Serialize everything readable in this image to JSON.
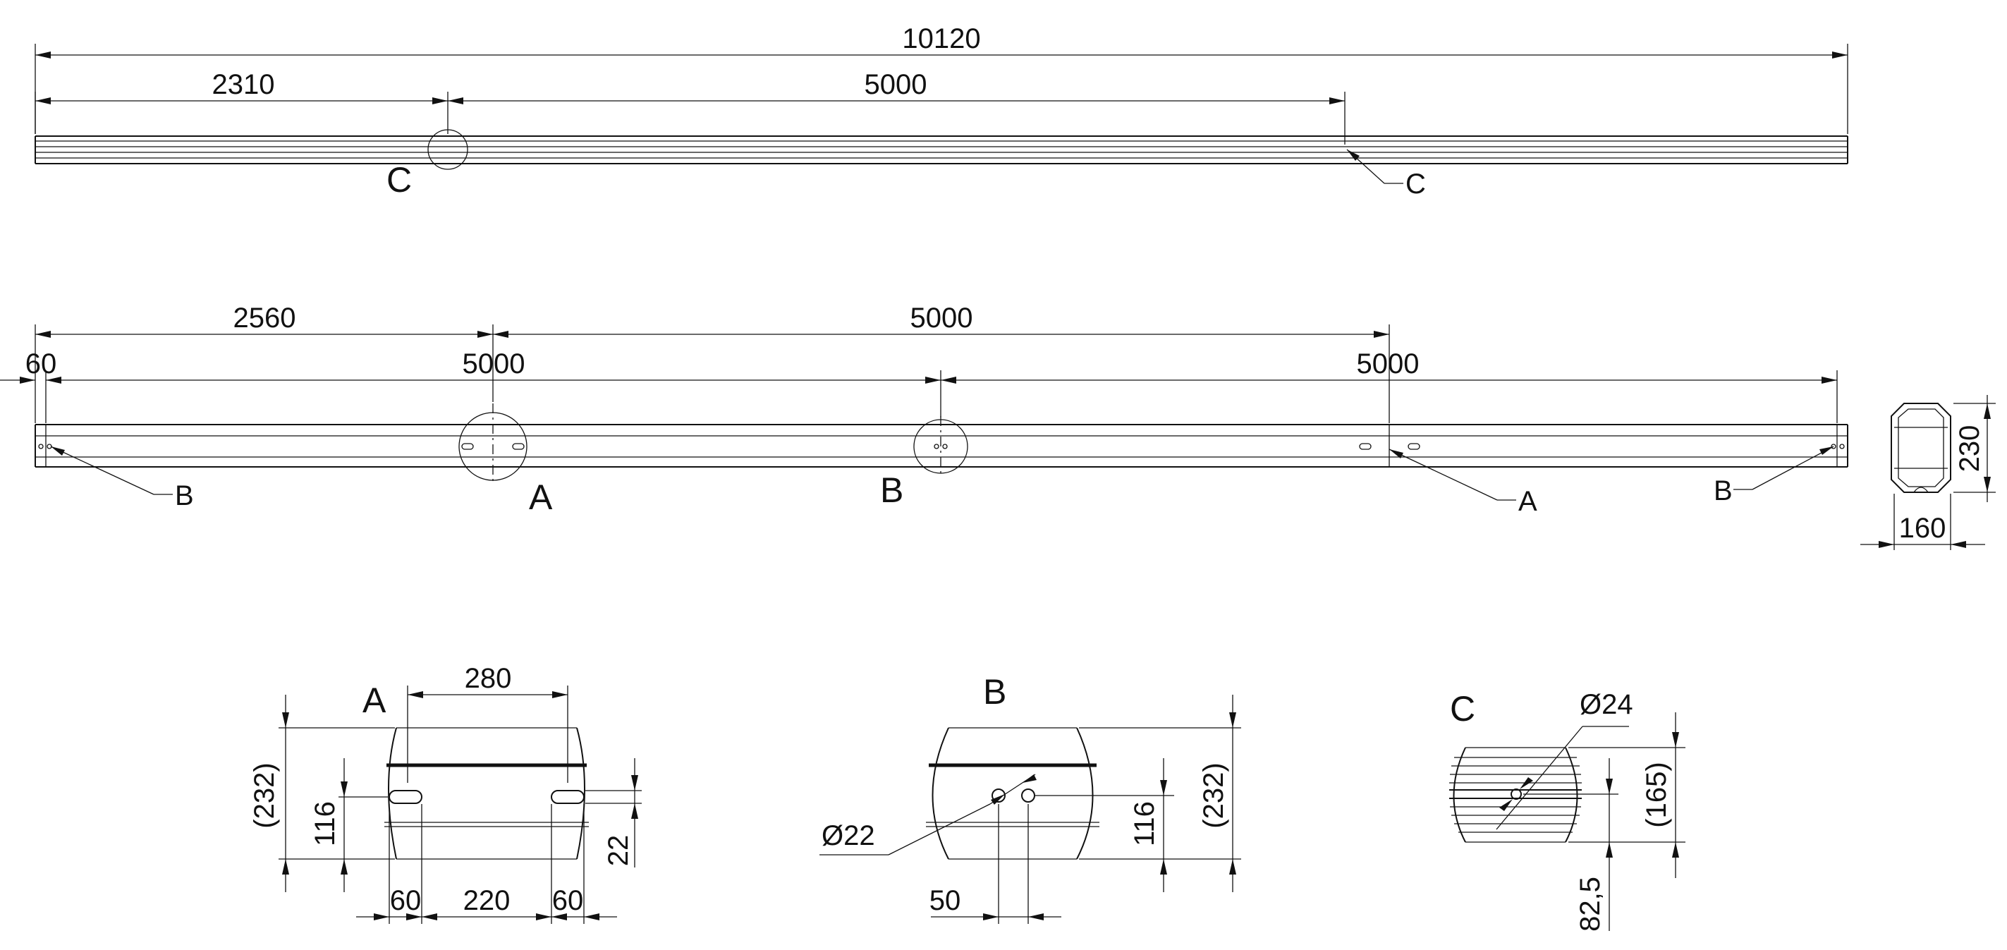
{
  "colors": {
    "ink": "#111111",
    "background": "#ffffff"
  },
  "top_view": {
    "dims": {
      "overall": "10120",
      "first": "2310",
      "second": "5000"
    },
    "labels": {
      "callout_c_left": "C",
      "callout_c_right": "C"
    }
  },
  "front_view": {
    "dims": {
      "first": "2560",
      "second": "5000",
      "end": "60",
      "pitch_1": "5000",
      "pitch_2": "5000"
    },
    "labels": {
      "callout_b_left": "B",
      "callout_a_mid": "A",
      "callout_b_mid": "B",
      "callout_a_right": "A",
      "callout_b_right": "B"
    }
  },
  "section": {
    "height": "230",
    "width": "160"
  },
  "detail_a": {
    "label": "A",
    "slot_span": "280",
    "height": "(232)",
    "slot_offset": "116",
    "slot_height": "22",
    "edge_left": "60",
    "slot_pitch": "220",
    "edge_right": "60"
  },
  "detail_b": {
    "label": "B",
    "hole_dia": "Ø22",
    "hole_offset": "116",
    "height": "(232)",
    "hole_pitch": "50"
  },
  "detail_c": {
    "label": "C",
    "hole_dia": "Ø24",
    "height": "(165)",
    "offset": "82,5"
  }
}
